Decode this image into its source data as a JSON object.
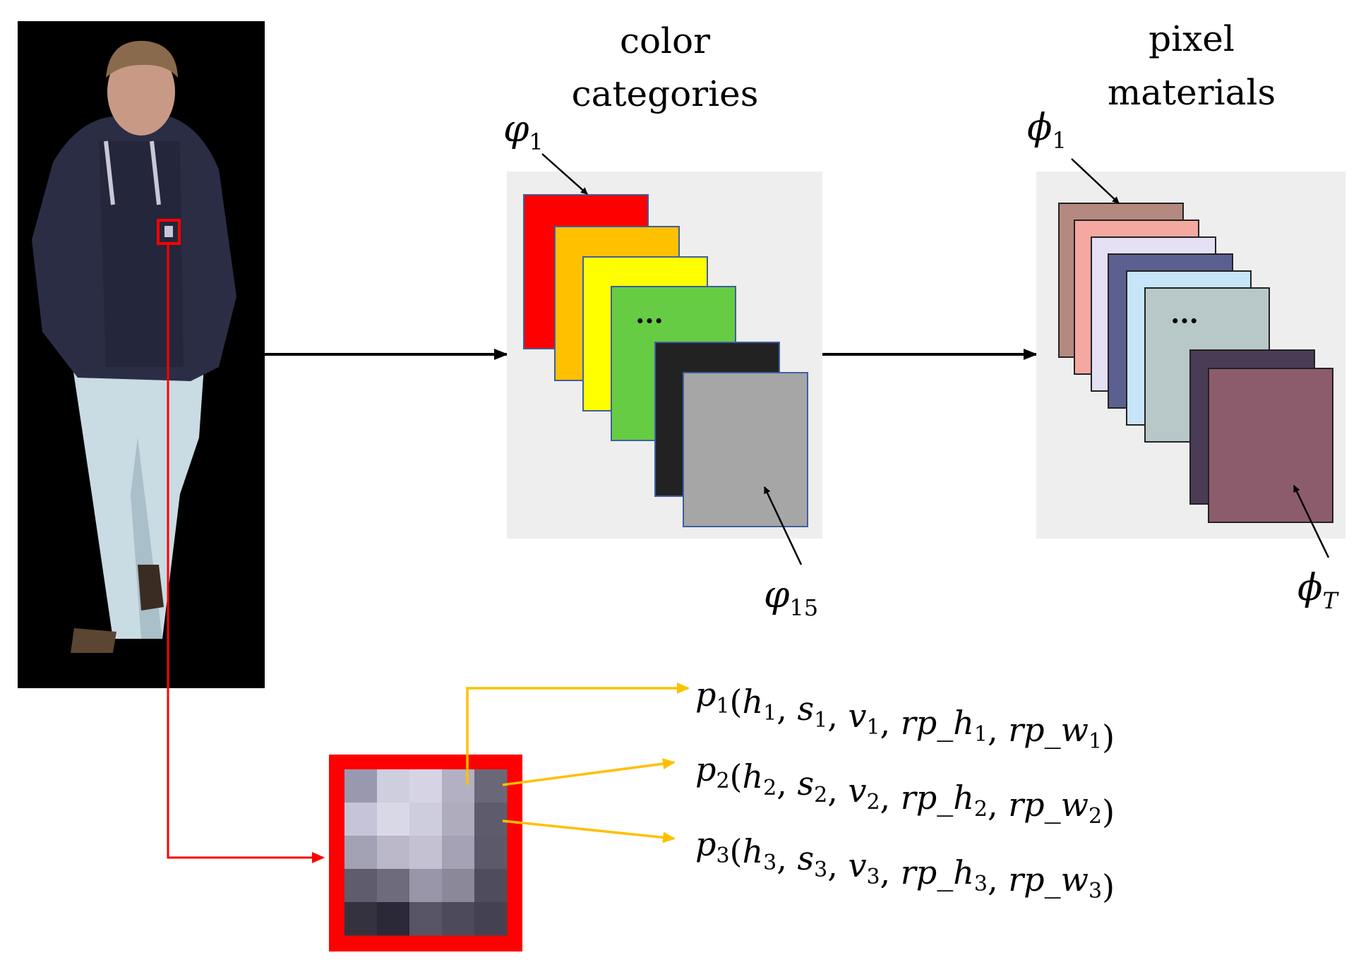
{
  "labels": {
    "color_line1": "color",
    "color_line2": "categories",
    "pixel_line1": "pixel",
    "pixel_line2": "materials",
    "phi1": "φ",
    "phi1_sub": "1",
    "phi15": "φ",
    "phi15_sub": "15",
    "Phi1": "ϕ",
    "Phi1_sub": "1",
    "PhiT": "ϕ",
    "PhiT_sub": "T",
    "ellipsis_color": "···",
    "ellipsis_material": "···"
  },
  "formulas": [
    {
      "name": "p",
      "idx": "1",
      "parts": [
        "h",
        "s",
        "v",
        "rp_h",
        "rp_w"
      ]
    },
    {
      "name": "p",
      "idx": "2",
      "parts": [
        "h",
        "s",
        "v",
        "rp_h",
        "rp_w"
      ]
    },
    {
      "name": "p",
      "idx": "3",
      "parts": [
        "h",
        "s",
        "v",
        "rp_h",
        "rp_w"
      ]
    }
  ],
  "color_categories": [
    "#ff0000",
    "#ffc000",
    "#ffff00",
    "#66cc44",
    "#222222",
    "#a6a6a6"
  ],
  "pixel_materials": [
    "#b48a80",
    "#f5a8a0",
    "#e6e0f5",
    "#5c6090",
    "#c8e4f8",
    "#b8c8c8",
    "#4a3c55",
    "#8c5c6c"
  ],
  "patch_pixels": [
    [
      "#9a98ae",
      "#cfcedf",
      "#d6d4e4",
      "#b2b0c2",
      "#6a6878"
    ],
    [
      "#c6c4d8",
      "#d9d8e6",
      "#cecddd",
      "#aeacbd",
      "#5e5c6c"
    ],
    [
      "#a3a1b4",
      "#b9b7c8",
      "#c4c2d2",
      "#a4a2b4",
      "#5c5a6a"
    ],
    [
      "#5f5d6d",
      "#6d6b7c",
      "#9896a8",
      "#8a8899",
      "#4f4d5d"
    ],
    [
      "#34323f",
      "#2b2937",
      "#575565",
      "#4d4b5b",
      "#444252"
    ]
  ],
  "colors": {
    "red": "#ff0000",
    "orange_arrow": "#ffc000",
    "panel_bg": "#eeeeee",
    "frame_blue": "#3f5f9f"
  }
}
